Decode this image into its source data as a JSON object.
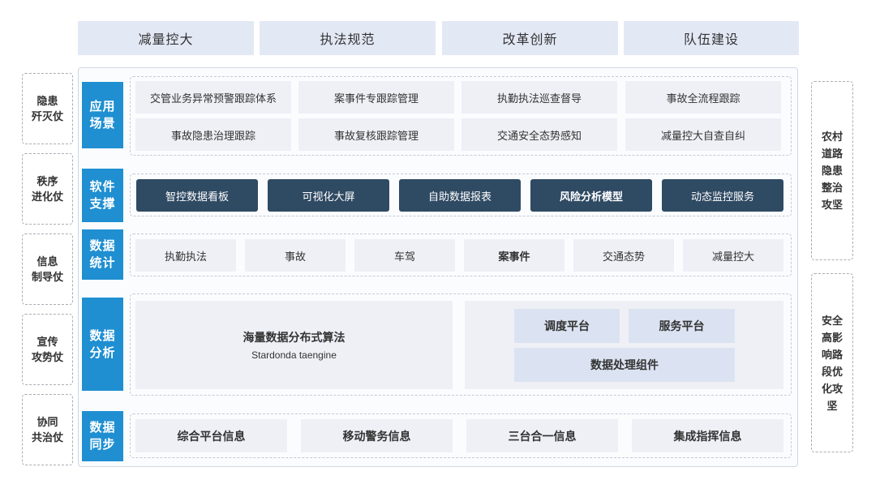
{
  "top_banners": [
    "减量控大",
    "执法规范",
    "改革创新",
    "队伍建设"
  ],
  "left_sides": [
    {
      "line1": "隐患",
      "line2": "歼灭仗"
    },
    {
      "line1": "秩序",
      "line2": "进化仗"
    },
    {
      "line1": "信息",
      "line2": "制导仗"
    },
    {
      "line1": "宣传",
      "line2": "攻势仗"
    },
    {
      "line1": "协同",
      "line2": "共治仗"
    }
  ],
  "right_sides": [
    {
      "lines": [
        "农村",
        "道路",
        "隐患",
        "整治",
        "攻坚"
      ]
    },
    {
      "lines": [
        "安全",
        "高影",
        "响路",
        "段优",
        "化攻",
        "坚"
      ]
    }
  ],
  "layers": {
    "application": {
      "label1": "应用",
      "label2": "场景",
      "row1": [
        "交管业务异常预警跟踪体系",
        "案事件专跟踪管理",
        "执勤执法巡查督导",
        "事故全流程跟踪"
      ],
      "row2": [
        "事故隐患治理跟踪",
        "事故复核跟踪管理",
        "交通安全态势感知",
        "减量控大自查自纠"
      ]
    },
    "software": {
      "label1": "软件",
      "label2": "支撑",
      "items": [
        "智控数据看板",
        "可视化大屏",
        "自助数据报表",
        "风险分析模型",
        "动态监控服务"
      ]
    },
    "statistics": {
      "label1": "数据",
      "label2": "统计",
      "items": [
        "执勤执法",
        "事故",
        "车驾",
        "案事件",
        "交通态势",
        "减量控大"
      ]
    },
    "analysis": {
      "label1": "数据",
      "label2": "分析",
      "algo_title": "海量数据分布式算法",
      "algo_sub": "Stardonda taengine",
      "platform1": "调度平台",
      "platform2": "服务平台",
      "component": "数据处理组件"
    },
    "sync": {
      "label1": "数据",
      "label2": "同步",
      "items": [
        "综合平台信息",
        "移动警务信息",
        "三台合一信息",
        "集成指挥信息"
      ]
    }
  }
}
